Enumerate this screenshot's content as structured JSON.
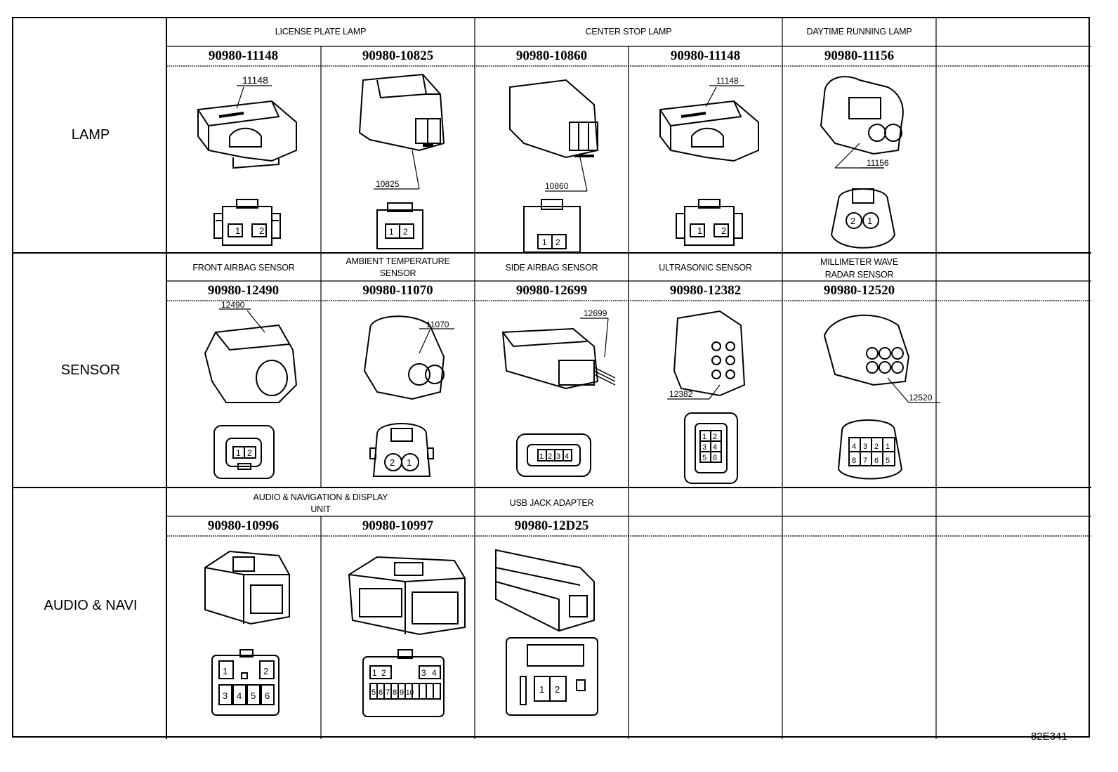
{
  "categories": [
    "LAMP",
    "SENSOR",
    "AUDIO & NAVI"
  ],
  "lamp": {
    "titles": [
      "LICENSE PLATE LAMP",
      "CENTER STOP LAMP",
      "DAYTIME RUNNING LAMP"
    ],
    "parts": [
      "90980-11148",
      "90980-10825",
      "90980-10860",
      "90980-11148",
      "90980-11156"
    ],
    "callouts": [
      "11148",
      "10825",
      "10860",
      "11148",
      "11156"
    ],
    "pins": [
      [
        "1",
        "2"
      ],
      [
        "1",
        "2"
      ],
      [
        "1",
        "2"
      ],
      [
        "1",
        "2"
      ],
      [
        "2",
        "1"
      ]
    ]
  },
  "sensor": {
    "titles": [
      "FRONT AIRBAG SENSOR",
      "AMBIENT TEMPERATURE",
      "SENSOR",
      "SIDE AIRBAG SENSOR",
      "ULTRASONIC SENSOR",
      "MILLIMETER WAVE",
      "RADAR SENSOR"
    ],
    "parts": [
      "90980-12490",
      "90980-11070",
      "90980-12699",
      "90980-12382",
      "90980-12520"
    ],
    "callouts": [
      "12490",
      "11070",
      "12699",
      "12382",
      "12520"
    ],
    "pins": [
      [
        "1",
        "2"
      ],
      [
        "2",
        "1"
      ],
      [
        "1",
        "2",
        "3",
        "4"
      ],
      [
        "1",
        "2",
        "3",
        "4",
        "5",
        "6"
      ],
      [
        "4",
        "3",
        "2",
        "1",
        "8",
        "7",
        "6",
        "5"
      ]
    ]
  },
  "audio": {
    "titles": [
      "AUDIO & NAVIGATION & DISPLAY",
      "UNIT",
      "USB JACK ADAPTER"
    ],
    "parts": [
      "90980-10996",
      "90980-10997",
      "90980-12D25"
    ],
    "pins": [
      [
        "1",
        "2",
        "3",
        "4",
        "5",
        "6"
      ],
      [
        "1",
        "2",
        "3",
        "4",
        "5",
        "6",
        "7",
        "8",
        "9",
        "10"
      ],
      [
        "1",
        "2"
      ]
    ]
  },
  "figure_id": "82E341"
}
